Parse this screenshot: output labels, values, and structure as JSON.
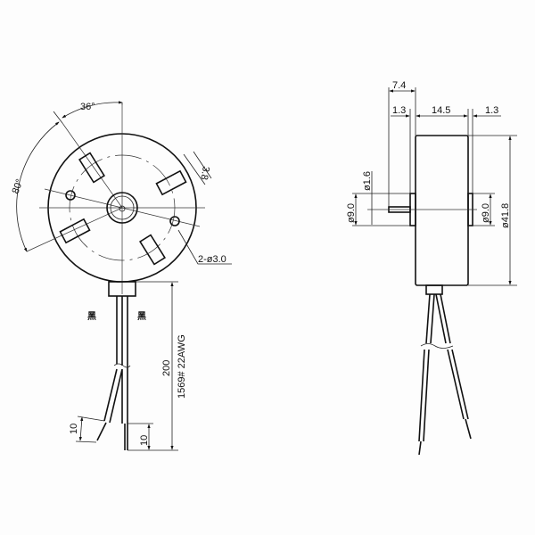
{
  "front_view": {
    "angle_top": "36°",
    "angle_left": "80°",
    "slot_width": "3.8",
    "holes": "2-ø3.0",
    "wire_color_left": "黑",
    "wire_color_right": "黑",
    "lead_length": "200",
    "wire_spec": "1569# 22AWG",
    "strip_left": "10",
    "strip_right": "10"
  },
  "side_view": {
    "shaft_length": "7.4",
    "boss_left": "1.3",
    "body_width": "14.5",
    "boss_right": "1.3",
    "shaft_dia": "ø1.6",
    "boss_dia_left": "ø9.0",
    "boss_dia_right": "ø9.0",
    "body_dia": "ø41.8"
  }
}
